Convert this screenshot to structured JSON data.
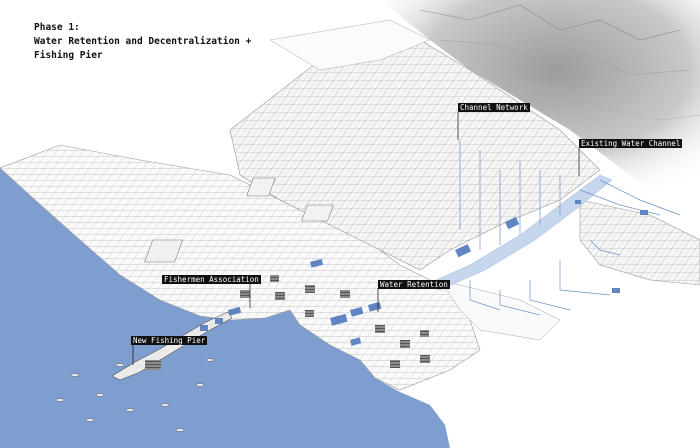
{
  "title": {
    "line1": "Phase 1:",
    "line2": "Water Retention and Decentralization +",
    "line3": "Fishing Pier"
  },
  "labels": {
    "channel_network": "Channel Network",
    "existing_water_channel": "Existing Water Channel",
    "fishermen_association": "Fishermen Association",
    "water_retention": "Water Retention",
    "new_fishing_pier": "New Fishing Pier"
  },
  "colors": {
    "sea": "#7d9ecf",
    "water_feature": "#5f86c3",
    "channel_light": "#c6d6ec",
    "block_stroke": "#9a9a9a",
    "mountain": "#bdbdbd",
    "label_bg": "#111111"
  }
}
